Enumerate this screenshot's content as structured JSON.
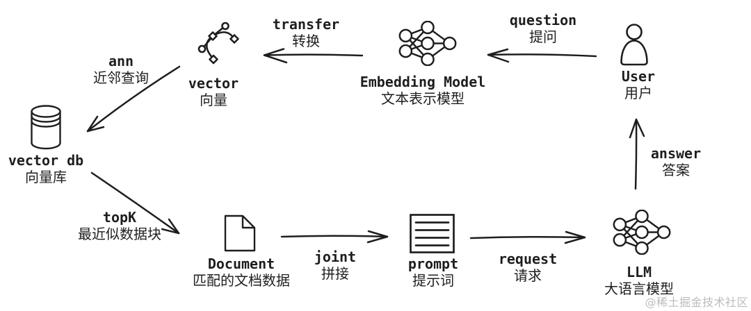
{
  "colors": {
    "ink": "#1e1e1e",
    "background": "#ffffff",
    "watermark": "#bcbcbc"
  },
  "watermark": "@稀土掘金技术社区",
  "diagram": {
    "nodes": [
      {
        "id": "vector-db",
        "icon": "database-icon",
        "en": "vector db",
        "zh": "向量库"
      },
      {
        "id": "vector",
        "icon": "bezier-curve-icon",
        "en": "vector",
        "zh": "向量"
      },
      {
        "id": "embedding-model",
        "icon": "neural-network-icon",
        "en": "Embedding Model",
        "zh": "文本表示模型"
      },
      {
        "id": "user",
        "icon": "person-icon",
        "en": "User",
        "zh": "用户"
      },
      {
        "id": "document",
        "icon": "document-icon",
        "en": "Document",
        "zh": "匹配的文档数据"
      },
      {
        "id": "prompt",
        "icon": "text-lines-icon",
        "en": "prompt",
        "zh": "提示词"
      },
      {
        "id": "llm",
        "icon": "neural-network-icon",
        "en": "LLM",
        "zh": "大语言模型"
      }
    ],
    "edges": [
      {
        "id": "question",
        "from": "user",
        "to": "embedding-model",
        "en": "question",
        "zh": "提问"
      },
      {
        "id": "transfer",
        "from": "embedding-model",
        "to": "vector",
        "en": "transfer",
        "zh": "转换"
      },
      {
        "id": "ann",
        "from": "vector",
        "to": "vector-db",
        "en": "ann",
        "zh": "近邻查询"
      },
      {
        "id": "topk",
        "from": "vector-db",
        "to": "document",
        "en": "topK",
        "zh": "最近似数据块"
      },
      {
        "id": "joint",
        "from": "document",
        "to": "prompt",
        "en": "joint",
        "zh": "拼接"
      },
      {
        "id": "request",
        "from": "prompt",
        "to": "llm",
        "en": "request",
        "zh": "请求"
      },
      {
        "id": "answer",
        "from": "llm",
        "to": "user",
        "en": "answer",
        "zh": "答案"
      }
    ]
  }
}
